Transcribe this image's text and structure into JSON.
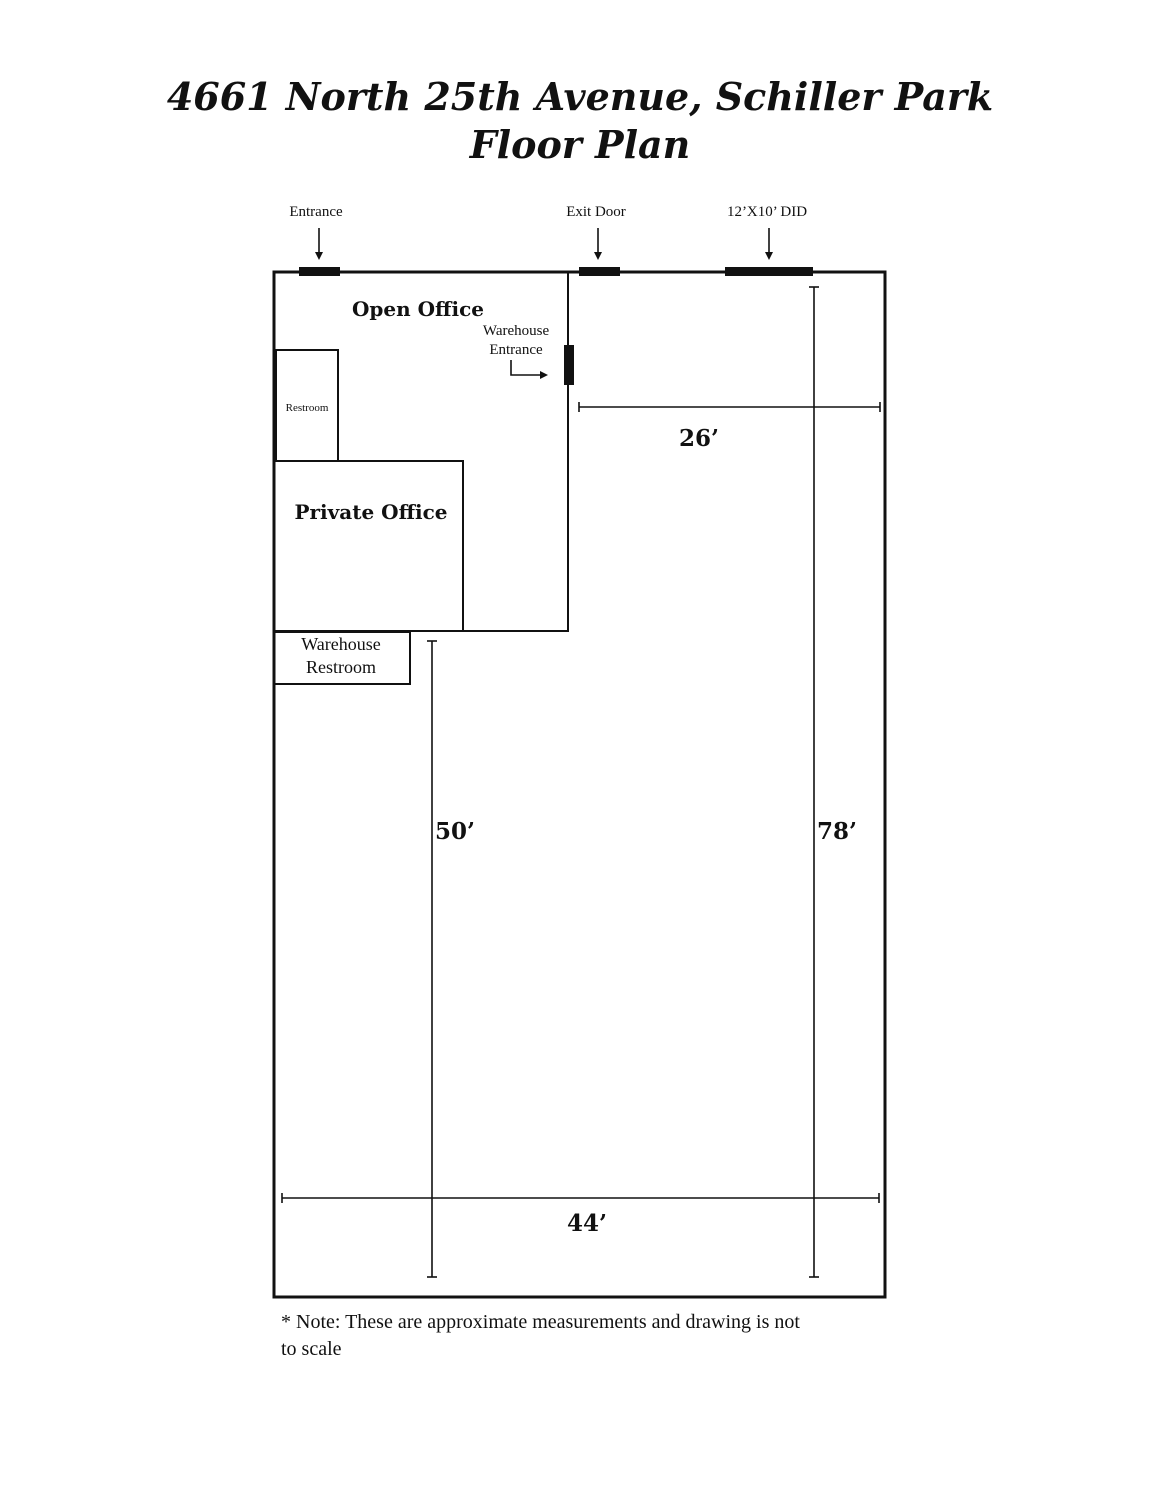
{
  "title": {
    "line1": "4661 North 25th Avenue, Schiller Park",
    "line2": "Floor Plan"
  },
  "doors": {
    "entrance": "Entrance",
    "exit_door": "Exit Door",
    "dock_door": "12’X10’ DID",
    "warehouse_entrance_line1": "Warehouse",
    "warehouse_entrance_line2": "Entrance"
  },
  "rooms": {
    "open_office": "Open Office",
    "restroom": "Restroom",
    "private_office": "Private Office",
    "warehouse_restroom_line1": "Warehouse",
    "warehouse_restroom_line2": "Restroom"
  },
  "dimensions": {
    "width_office_side": "26’",
    "warehouse_depth": "50’",
    "total_depth": "78’",
    "total_width": "44’"
  },
  "note": {
    "line1": "* Note: These are approximate measurements and drawing is not",
    "line2": "to scale"
  }
}
